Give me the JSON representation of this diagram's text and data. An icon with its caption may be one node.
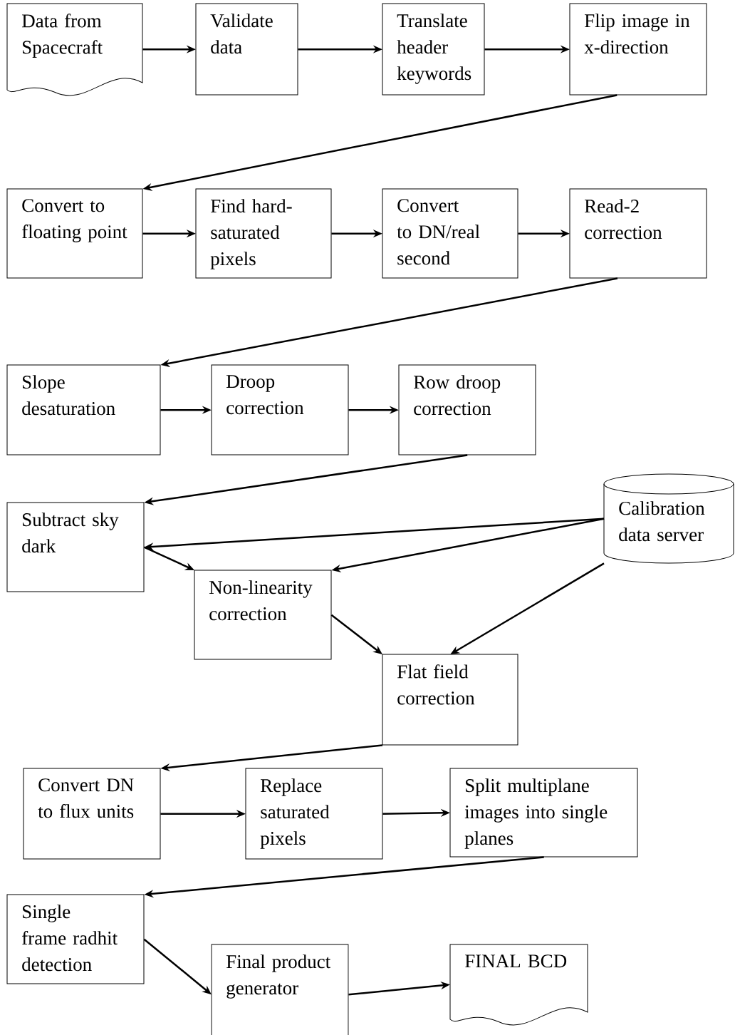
{
  "diagram": {
    "nodes": [
      {
        "text": [
          "Data from Spacecraft"
        ]
      },
      {
        "text": [
          "Validate data"
        ]
      },
      {
        "text": [
          "Translate header keywords"
        ]
      },
      {
        "text": [
          "Flip image in x-direction"
        ]
      },
      {
        "text": [
          "Convert to floating point"
        ]
      },
      {
        "text": [
          "Find hard-saturated pixels"
        ]
      },
      {
        "text": [
          "Convert to DN/real second"
        ]
      },
      {
        "text": [
          "Read-2 correction"
        ]
      },
      {
        "text": [
          "Slope desaturation"
        ]
      },
      {
        "text": [
          "Droop correction"
        ]
      },
      {
        "text": [
          "Row droop correction"
        ]
      },
      {
        "text": [
          "Calibration data server"
        ]
      },
      {
        "text": [
          "Subtract sky dark"
        ]
      },
      {
        "text": [
          "Non-linearity correction"
        ]
      },
      {
        "text": [
          "Flat field correction"
        ]
      },
      {
        "text": [
          "Convert DN to flux units"
        ]
      },
      {
        "text": [
          "Replace saturated pixels"
        ]
      },
      {
        "text": [
          "Split multiplane images into single planes"
        ]
      },
      {
        "text": [
          "Single frame radhit detection"
        ]
      },
      {
        "text": [
          "Final product generator"
        ]
      },
      {
        "text": [
          "FINAL BCD"
        ]
      }
    ],
    "edges": [
      {
        "from": 0,
        "to": 1,
        "arrow": "to"
      },
      {
        "from": 1,
        "to": 2,
        "arrow": "to"
      },
      {
        "from": 2,
        "to": 3,
        "arrow": "to"
      },
      {
        "from": 3,
        "to": 4,
        "arrow": "to"
      },
      {
        "from": 4,
        "to": 5,
        "arrow": "to"
      },
      {
        "from": 5,
        "to": 6,
        "arrow": "to"
      },
      {
        "from": 6,
        "to": 7,
        "arrow": "to"
      },
      {
        "from": 7,
        "to": 8,
        "arrow": "to"
      },
      {
        "from": 8,
        "to": 9,
        "arrow": "to"
      },
      {
        "from": 9,
        "to": 10,
        "arrow": "to"
      },
      {
        "from": 10,
        "to": 12,
        "arrow": "to"
      },
      {
        "from": 11,
        "to": 12,
        "arrow": "to"
      },
      {
        "from": 11,
        "to": 13,
        "arrow": "to"
      },
      {
        "from": 11,
        "to": 14,
        "arrow": "to"
      },
      {
        "from": 12,
        "to": 13,
        "arrow": "to"
      },
      {
        "from": 13,
        "to": 14,
        "arrow": "to"
      },
      {
        "from": 14,
        "to": 15,
        "arrow": "to"
      },
      {
        "from": 15,
        "to": 16,
        "arrow": "to"
      },
      {
        "from": 16,
        "to": 17,
        "arrow": "to"
      },
      {
        "from": 17,
        "to": 18,
        "arrow": "to"
      },
      {
        "from": 18,
        "to": 19,
        "arrow": "to"
      },
      {
        "from": 19,
        "to": 20,
        "arrow": "to"
      }
    ]
  }
}
